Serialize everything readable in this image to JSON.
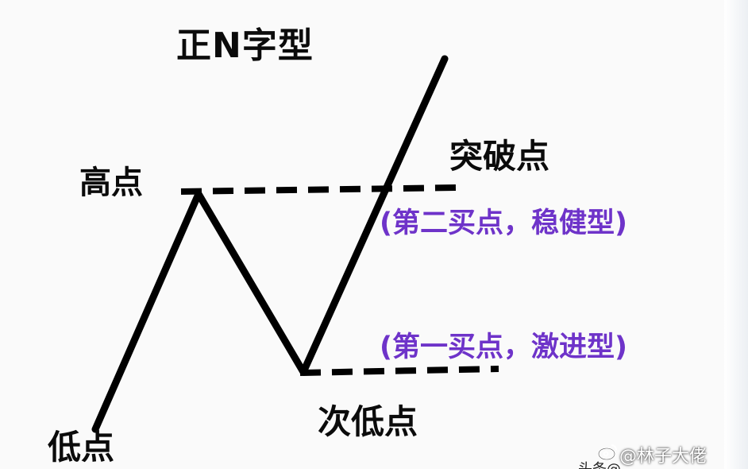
{
  "diagram": {
    "title": "正N字型",
    "labels": {
      "high_point": "高点",
      "breakout_point": "突破点",
      "second_buy": "(第二买点，稳健型)",
      "first_buy": "(第一买点，激进型)",
      "second_low": "次低点",
      "low_point": "低点"
    },
    "colors": {
      "line": "#000000",
      "label_text": "#0b0b0b",
      "buy_point_text": "#6e33c9"
    }
  },
  "watermark": {
    "text": "@林子大佬",
    "icon": "weibo-icon",
    "partial_text": "头条@..."
  }
}
